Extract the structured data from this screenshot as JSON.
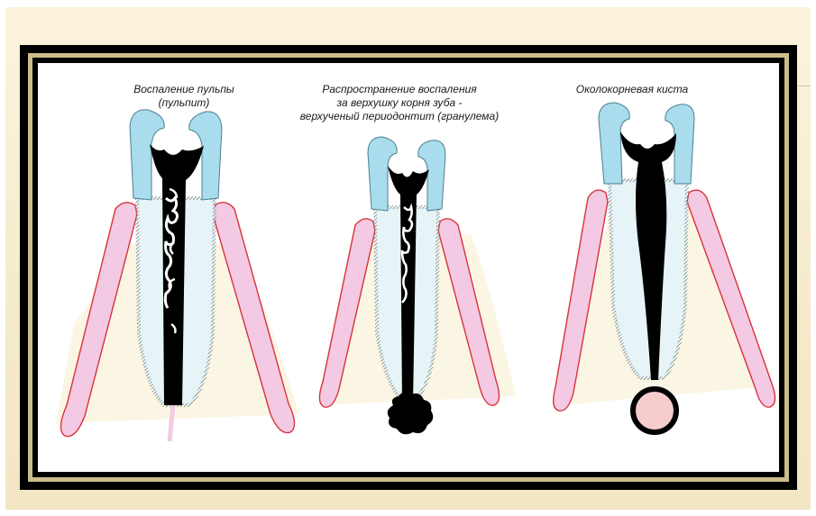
{
  "figures": [
    {
      "lines": [
        "Воспаление пульпы",
        "(пульпит)"
      ]
    },
    {
      "lines": [
        "Распространение воспаления",
        "за верхушку корня зуба -",
        "верхученый периодонтит (гранулема)"
      ]
    },
    {
      "lines": [
        "Околокорневая киста"
      ]
    }
  ],
  "colors": {
    "background": "#f6ebcd",
    "frame": "#000000",
    "frame_accent": "#cdbd8d",
    "enamel": "#a9dcec",
    "dentin": "#e6f4f8",
    "gum": "#f3c9e3",
    "gum_edge": "#d8323a",
    "bone": "#fbf6e4",
    "pulp": "#000000",
    "cyst_fill": "#f6cccc"
  }
}
